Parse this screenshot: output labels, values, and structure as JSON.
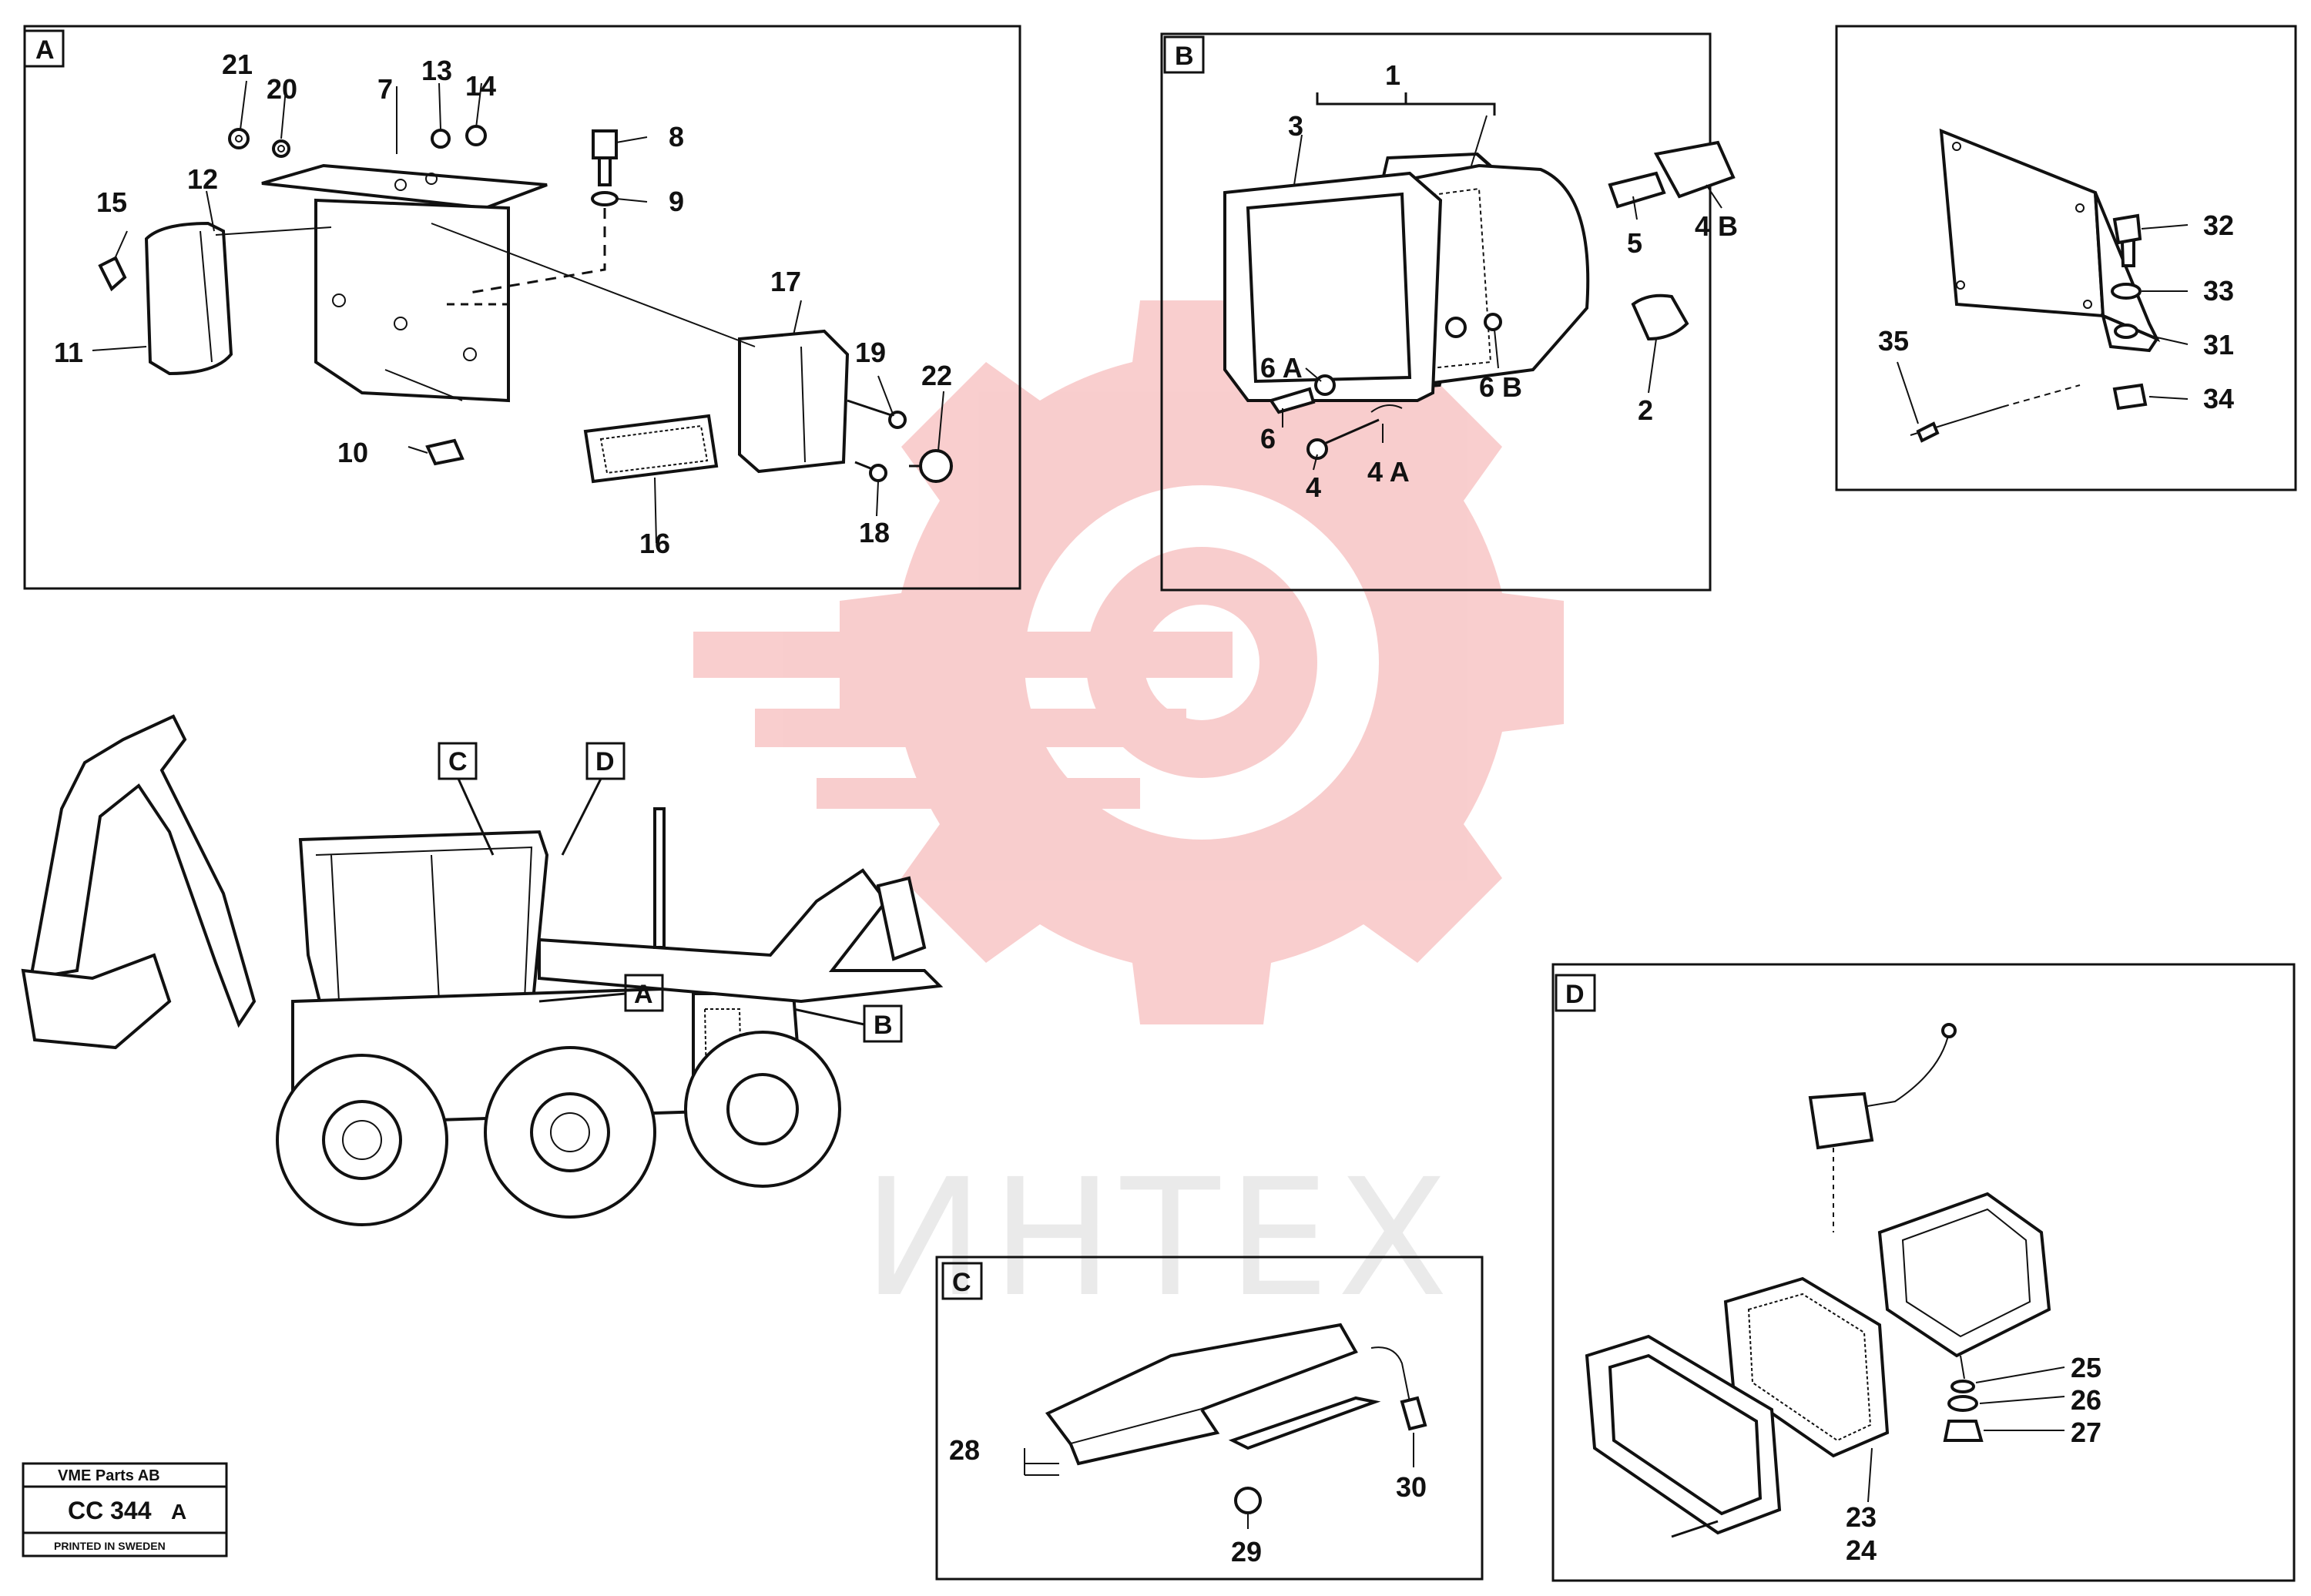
{
  "watermark": {
    "text": "ИНТЕХ",
    "color": "#f7b4b4"
  },
  "panels": [
    {
      "id": "A",
      "label": "A"
    },
    {
      "id": "B",
      "label": "B"
    },
    {
      "id": "C",
      "label": "C"
    },
    {
      "id": "D",
      "label": "D"
    },
    {
      "id": "E",
      "label": ""
    }
  ],
  "machine_callouts": [
    "C",
    "D",
    "A",
    "B"
  ],
  "part_labels": {
    "p1": "1",
    "p2": "2",
    "p3": "3",
    "p4": "4",
    "p4a": "4 A",
    "p4b": "4 B",
    "p5": "5",
    "p6": "6",
    "p6a": "6 A",
    "p6b": "6 B",
    "p7": "7",
    "p8": "8",
    "p9": "9",
    "p10": "10",
    "p11": "11",
    "p12": "12",
    "p13": "13",
    "p14": "14",
    "p15": "15",
    "p16": "16",
    "p17": "17",
    "p18": "18",
    "p19": "19",
    "p20": "20",
    "p21": "21",
    "p22": "22",
    "p23": "23",
    "p24": "24",
    "p25": "25",
    "p26": "26",
    "p27": "27",
    "p28": "28",
    "p29": "29",
    "p30": "30",
    "p31": "31",
    "p32": "32",
    "p33": "33",
    "p34": "34",
    "p35": "35"
  },
  "title_block": {
    "company": "VME Parts AB",
    "code": "CC 344",
    "revision": "A",
    "printed": "PRINTED IN SWEDEN"
  }
}
